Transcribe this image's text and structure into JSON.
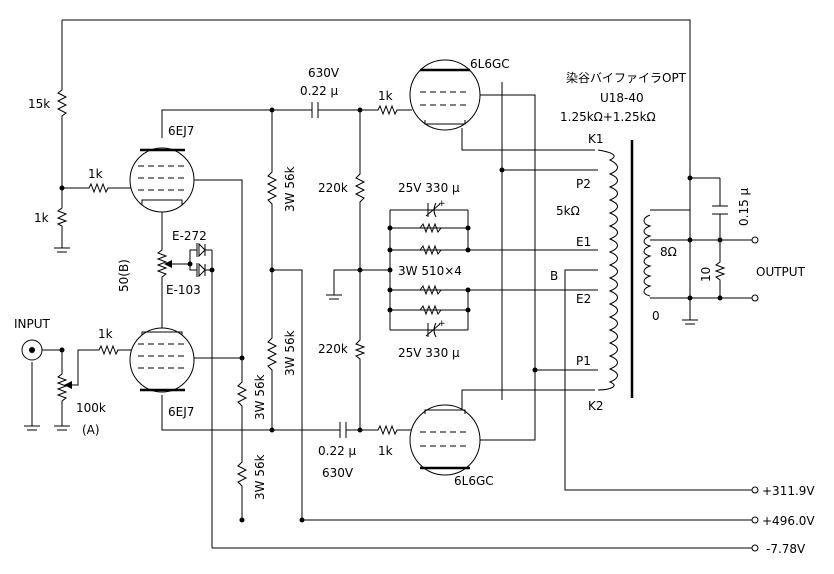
{
  "labels": {
    "r_15k": "15k",
    "r_1k_div": "1k",
    "r_1k_g1": "1k",
    "r_1k_in": "1k",
    "r_1k_pt": "1k",
    "r_1k_pb": "1k",
    "tube_6ej7_top": "6EJ7",
    "tube_6ej7_bot": "6EJ7",
    "tube_6l6_top": "6L6GC",
    "tube_6l6_bot": "6L6GC",
    "cap_v_top": "630V",
    "cap_c_top": "0.22 μ",
    "cap_c_bot": "0.22 μ",
    "cap_v_bot": "630V",
    "r_220k_top": "220k",
    "r_220k_bot": "220k",
    "r_3w56k_a": "3W 56k",
    "r_3w56k_b": "3W 56k",
    "r_3w56k_c": "3W 56k",
    "r_3w56k_d": "3W 56k",
    "led_e272": "E-272",
    "led_e103": "E-103",
    "pot_50b": "50(B)",
    "input": "INPUT",
    "pot_100k": "100k",
    "pot_a": "(A)",
    "bias_top": "25V 330 μ",
    "bias_mid": "3W 510×4",
    "bias_bot": "25V 330 μ",
    "opt_line1": "染谷バイファイラOPT",
    "opt_line2": "U18-40",
    "opt_line3": "1.25kΩ+1.25kΩ",
    "k1": "K1",
    "p2": "P2",
    "z5k": "5kΩ",
    "e1": "E1",
    "b": "B",
    "e2": "E2",
    "p1": "P1",
    "k2": "K2",
    "sec_8ohm": "8Ω",
    "sec_0": "0",
    "r_10": "10",
    "c_015": "0.15 μ",
    "output": "OUTPUT",
    "v_311": "+311.9V",
    "v_496": "+496.0V",
    "v_neg": "-7.78V"
  }
}
